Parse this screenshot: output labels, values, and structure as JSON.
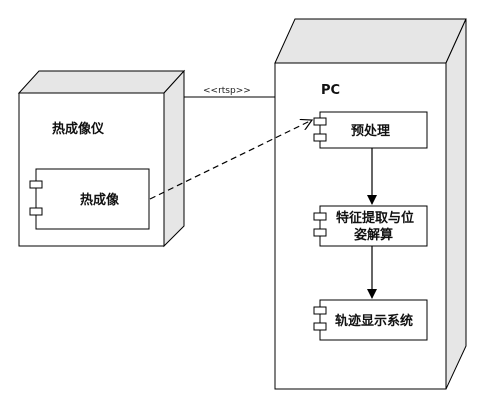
{
  "nodes": {
    "camera_device": {
      "title": "热成像仪",
      "component": "热成像"
    },
    "pc": {
      "title": "PC",
      "components": {
        "preprocess": "预处理",
        "feature_line1": "特征提取与位",
        "feature_line2": "姿解算",
        "display": "轨迹显示系统"
      }
    }
  },
  "connection": {
    "protocol_label": "<<rtsp>>"
  },
  "colors": {
    "box_fill": "#ffffff",
    "side_fill": "#e6e6e6",
    "stroke": "#000000"
  }
}
